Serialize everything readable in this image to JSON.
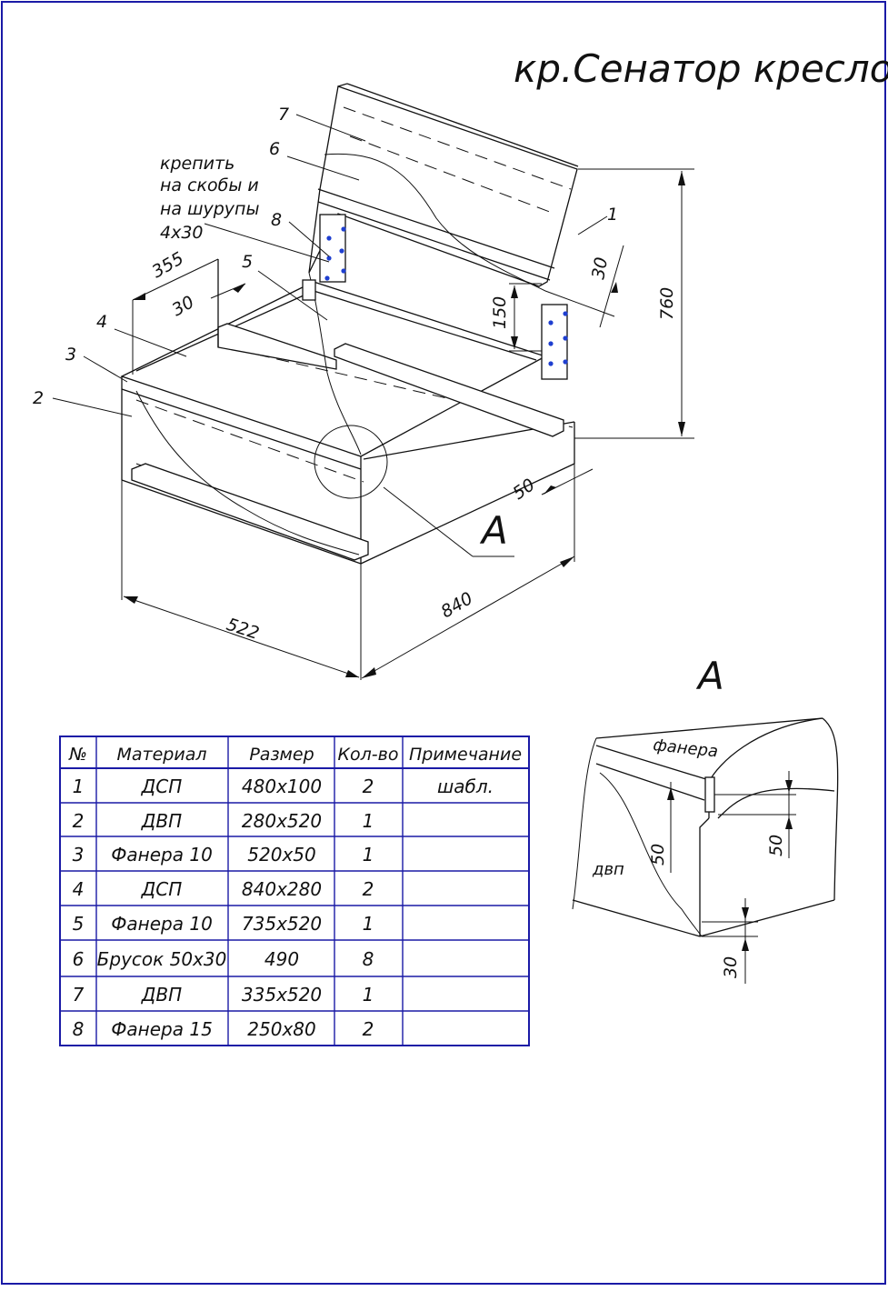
{
  "drawing": {
    "title": "кр.Сенатор кресло",
    "note": [
      "крепить",
      "на скобы и",
      "на шурупы",
      "4х30"
    ],
    "detail_label": "А",
    "detail_view_label": "А",
    "detail_texts": {
      "plywood": "фанера",
      "hardboard": "двп"
    },
    "colors": {
      "frame": "#1a1aa6",
      "screw": "#1f3fd0",
      "line": "#111111"
    }
  },
  "leaders": [
    "1",
    "2",
    "3",
    "4",
    "5",
    "6",
    "7",
    "8"
  ],
  "dimensions": {
    "width": "522",
    "depth": "840",
    "height": "760",
    "seat_355": "355",
    "seat_30": "30",
    "bracket_150": "150",
    "back_30": "30",
    "side_50": "50",
    "detail_50_left": "50",
    "detail_50_right": "50",
    "detail_30": "30"
  },
  "table": {
    "headers": [
      "№",
      "Материал",
      "Размер",
      "Кол-во",
      "Примечание"
    ],
    "rows": [
      [
        "1",
        "ДСП",
        "480х100",
        "2",
        "шабл."
      ],
      [
        "2",
        "ДВП",
        "280х520",
        "1",
        ""
      ],
      [
        "3",
        "Фанера 10",
        "520х50",
        "1",
        ""
      ],
      [
        "4",
        "ДСП",
        "840х280",
        "2",
        ""
      ],
      [
        "5",
        "Фанера 10",
        "735х520",
        "1",
        ""
      ],
      [
        "6",
        "Брусок 50х30",
        "490",
        "8",
        ""
      ],
      [
        "7",
        "ДВП",
        "335х520",
        "1",
        ""
      ],
      [
        "8",
        "Фанера 15",
        "250х80",
        "2",
        ""
      ]
    ]
  }
}
